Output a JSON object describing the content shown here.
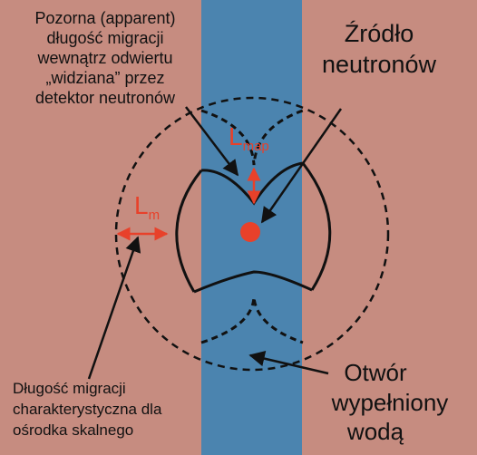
{
  "labels": {
    "apparent_line1": "Pozorna (apparent)",
    "apparent_line2": "długość migracji",
    "apparent_line3": "wewnątrz odwiertu",
    "apparent_line4": "„widziana” przez",
    "apparent_line5": "detektor neutronów",
    "source_line1": "Źródło",
    "source_line2": "neutronów",
    "lmap_main": "L",
    "lmap_sub": "map",
    "lm_main": "L",
    "lm_sub": "m",
    "char_line1": "Długość migracji",
    "char_line2": "charakterystyczna dla",
    "char_line3": "ośrodka skalnego",
    "hole_line1": "Otwór",
    "hole_line2": "wypełniony",
    "hole_line3": "wodą"
  },
  "colors": {
    "rock": "#c68c80",
    "borehole": "#4b84af",
    "accent": "#e8412a",
    "ink": "#111111"
  }
}
